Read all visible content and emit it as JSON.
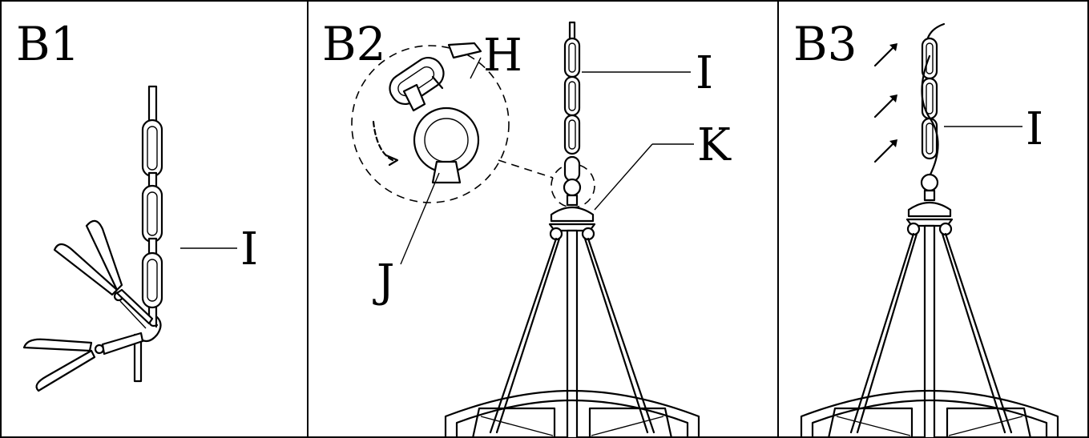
{
  "panels": [
    {
      "id": "B1",
      "label": "B1"
    },
    {
      "id": "B2",
      "label": "B2"
    },
    {
      "id": "B3",
      "label": "B3"
    }
  ],
  "callouts": {
    "b1_chain": "I",
    "b2_link": "H",
    "b2_chain": "I",
    "b2_canopy": "K",
    "b2_loop": "J",
    "b3_chain": "I"
  },
  "icons": [
    "chain-icon",
    "pliers-icon",
    "arrow-icon",
    "canopy-icon",
    "hook-icon"
  ]
}
